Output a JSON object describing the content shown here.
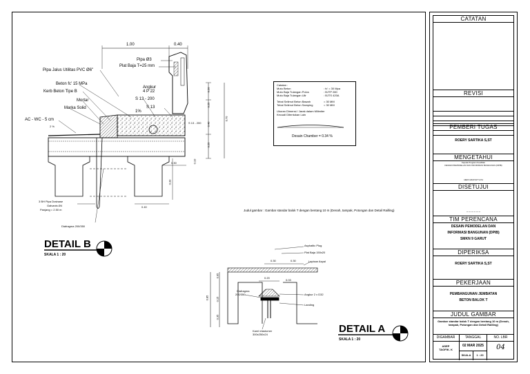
{
  "detail_b": {
    "title": "DETAIL B",
    "scale": "SKALA 1 : 20",
    "labels": {
      "pipa": "Pipa Ø3",
      "plat_baja": "Plat Baja T=25 mm",
      "pipa_jalur": "Pipa Jalus Utilitas PVC Ø6\"",
      "beton": "Beton fc' 15 MPa",
      "angkur": "Angkur",
      "angkur_size": "4 P 22",
      "kerb": "Kerb Beton Tipe B",
      "s13_200_a": "S 13 - 200",
      "mortar": "Mortar",
      "s13": "S 13",
      "marka": "Marka Solid",
      "pct1": "1%",
      "ac_wc": "AC - WC - 5 cm",
      "pct2": "2 %",
      "s13_200_b": "S 13 - 200",
      "dim_100": "1.00",
      "dim_040_top": "0.40",
      "dim_020": "0.20",
      "dim_025a": "0.25",
      "dim_040_mid": "0.40",
      "dim_025b": "0.25",
      "dim_070": "0.70",
      "dim_030": "0.30",
      "dim_010": "0.10",
      "dim_033": "0.33",
      "dim_040_bot": "0.40",
      "drainase_1": "3 BH Pipa Drainase",
      "drainase_2": "Galvanis Ø4",
      "drainase_3": "Panjang = 2.50 m",
      "diafragma": "Diafragma 200/350"
    }
  },
  "notes": {
    "rows": [
      {
        "k": "Catatan :",
        "v": ""
      },
      {
        "k": "Mutu Beton",
        "v": ": fc' = 30 Mpa"
      },
      {
        "k": "Mutu Baja Tulangan Polos",
        "v": ": BJTP 280"
      },
      {
        "k": "Mutu Baja Tulangan Ulir",
        "v": ": BJTS 420A"
      },
      {
        "k": "",
        "v": ""
      },
      {
        "k": "Tebal Selimut Beton Bawah",
        "v": "= 30 MM"
      },
      {
        "k": "Tebal Selimut Beton Samping",
        "v": "= 30 MM"
      },
      {
        "k": "",
        "v": ""
      },
      {
        "k": "Ukuran Dimensi / Jarak dalam Milimiter",
        "v": ""
      },
      {
        "k": "Kecuali Ditentukan Lain",
        "v": ""
      }
    ],
    "chamber": "Desain Chamber = 0.34 %"
  },
  "judul": "Judul gambar : Gambar standar balok T dengan bentang 10 m (Denah, tampak, Potongan dan Detail Railling)",
  "detail_a": {
    "title": "DETAIL A",
    "scale": "SKALA 1 : 20",
    "labels": {
      "asphalt": "Asphaltic Plug",
      "plat_baja": "Plat Baja 150x20",
      "lapisan": "Lapisan Aspal",
      "dim_030a": "0.30",
      "dim_030b": "0.30",
      "dim_020": "0.20",
      "dim_003": "0.03",
      "dim_005": "0.05",
      "dim_015": "0.15",
      "dim_085": "0.85",
      "dim_035": "0.35",
      "diafragma": "Diafragma",
      "diafragma_size": "200/350",
      "angkur": "Angkur 2 x D32",
      "landing": "Landing",
      "karet_1": "Karet elastomer",
      "karet_2": "300x250x24"
    }
  },
  "title_block": {
    "catatan": "CATATAN",
    "revisi": "REVISI",
    "pemberi_tugas": "PEMBERI TUGAS",
    "pemberi_name": "ROERY SARTIKA S,ST",
    "mengetahui": "MENGETAHUI",
    "mengetahui_sub": "Kepala Program Keahlian",
    "mengetahui_sub2": "DESAIN PEMODELAN DAN INFORMASI BANGUNAN (DPIB)",
    "mengetahui_nip": "HEDI HIDAYAT S.Pd",
    "disetujui": "DISETUJUI",
    "disetujui_dots": "...............",
    "tim": "TIM PERENCANA",
    "tim_line1": "DESAIN PEMODELAN DAN",
    "tim_line2": "INFORMASI BANGUNAN (DPIB)",
    "tim_line3": "SMKN 9 GARUT",
    "diperiksa": "DIPERIKSA",
    "diperiksa_name": "ROERY SARTIKA S,ST",
    "pekerjaan": "PEKERJAAN",
    "pekerjaan_l1": "PEMBANGUNAN JEMBATAN",
    "pekerjaan_l2": "BETON BALOK T",
    "judul_gambar": "JUDUL GAMBAR",
    "judul_text": "Gambar standar balok T dengan bentang 10 m (Denah, tampak, Potongan dan Detail Railling)",
    "digambar": "DIGAMBAR",
    "tanggal": "TANGGAL",
    "no_lbr": "NO. LBR",
    "drafter1": "ASEP",
    "drafter2": "TAOFIK. K",
    "date": "02 MAR 2025",
    "skala_label": "SKALA",
    "skala_value": "1 : 20",
    "sheet": "04"
  }
}
